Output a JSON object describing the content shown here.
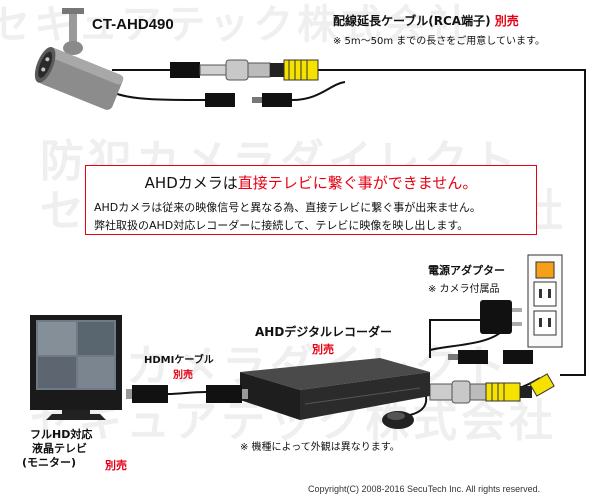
{
  "watermark": {
    "line1": "セキュアテック株式会社",
    "line2": "防犯カメラダイレクト"
  },
  "camera": {
    "model": "CT-AHD490"
  },
  "cable": {
    "title": "配線延長ケーブル(RCA端子)",
    "sold_separately": "別売",
    "note": "※ 5m〜50m までの長さをご用意しています。"
  },
  "notice": {
    "heading_prefix": "AHDカメラは",
    "heading_emphasis": "直接テレビに繋ぐ事ができません。",
    "line1": "AHDカメラは従来の映像信号と異なる為、直接テレビに繋ぐ事が出来ません。",
    "line2": "弊社取扱のAHD対応レコーダーに接続して、テレビに映像を映し出します。"
  },
  "adapter": {
    "title": "電源アダプター",
    "note": "※ カメラ付属品"
  },
  "recorder": {
    "title": "AHDデジタルレコーダー",
    "sold_separately": "別売"
  },
  "hdmi": {
    "title": "HDMIケーブル",
    "sold_separately": "別売"
  },
  "monitor": {
    "line1": "フルHD対応",
    "line2": "液晶テレビ",
    "line3": "(モニター)",
    "sold_separately": "別売"
  },
  "footnote": "※ 機種によって外観は異なります。",
  "copyright": "Copyright(C) 2008-2016 SecuTech Inc. All rights reserved.",
  "colors": {
    "red": "#e60012",
    "rca_yellow": "#f5e200",
    "adapter_orange": "#f6a01a"
  }
}
